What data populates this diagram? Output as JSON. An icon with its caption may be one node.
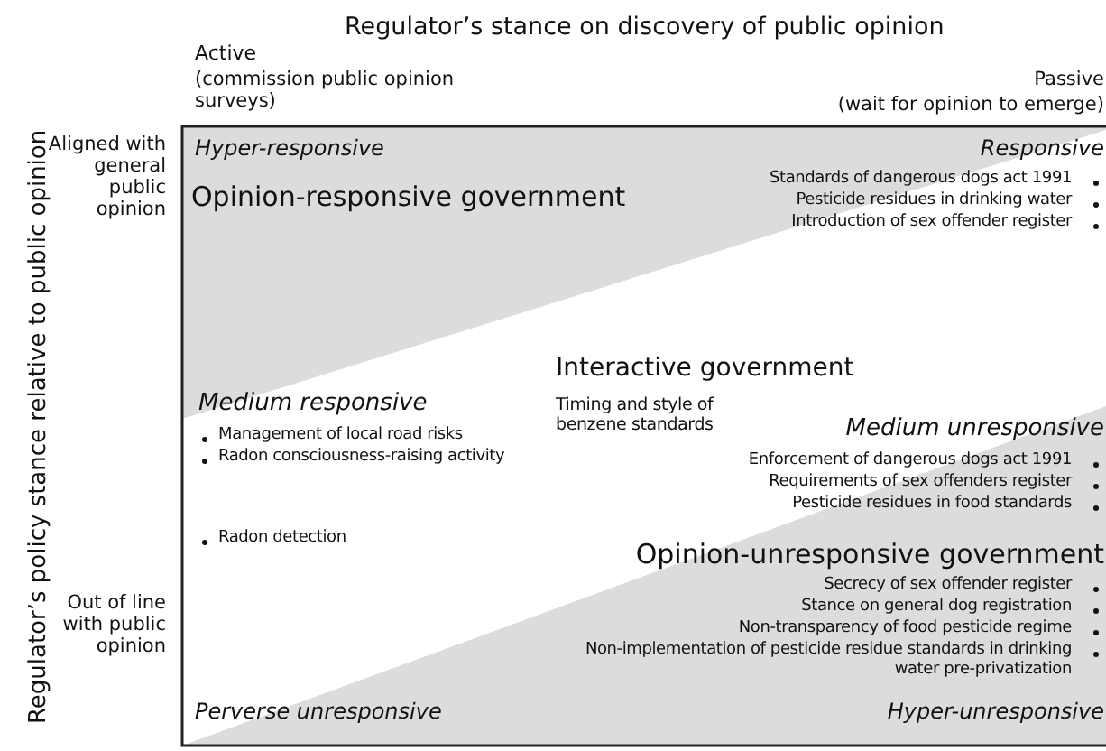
{
  "diagram": {
    "title": "Regulator’s stance on discovery of public opinion",
    "labels": [
      "Active",
      "(commission public opinion surveys)",
      "Passive",
      "(wait for opinion to emerge)",
      "Regulator’s policy stance relative to  public opinion",
      "Aligned with general public opinion",
      "Hyper-responsive",
      "Responsive",
      "Opinion-responsive government",
      "Standards of dangerous dogs act 1991",
      "Pesticide residues in drinking water",
      "Introduction of sex offender register",
      "Interactive government",
      "Medium responsive",
      "Timing and style of benzene standards",
      "Management of local road risks",
      "Radon consciousness-raising activity",
      "Medium unresponsive",
      "Enforcement of dangerous dogs act 1991",
      "Requirements of sex offenders register",
      "Pesticide residues in food standards",
      "Radon detection",
      "Opinion-unresponsive government",
      "Out of line with public opinion",
      "Secrecy of sex offender register",
      "Stance on general dog registration",
      "Non-transparency of food pesticide regime",
      "Non-implementation of  pesticide residue standards in drinking water pre-privatization",
      "Perverse unresponsive",
      "Hyper-unresponsive"
    ]
  }
}
